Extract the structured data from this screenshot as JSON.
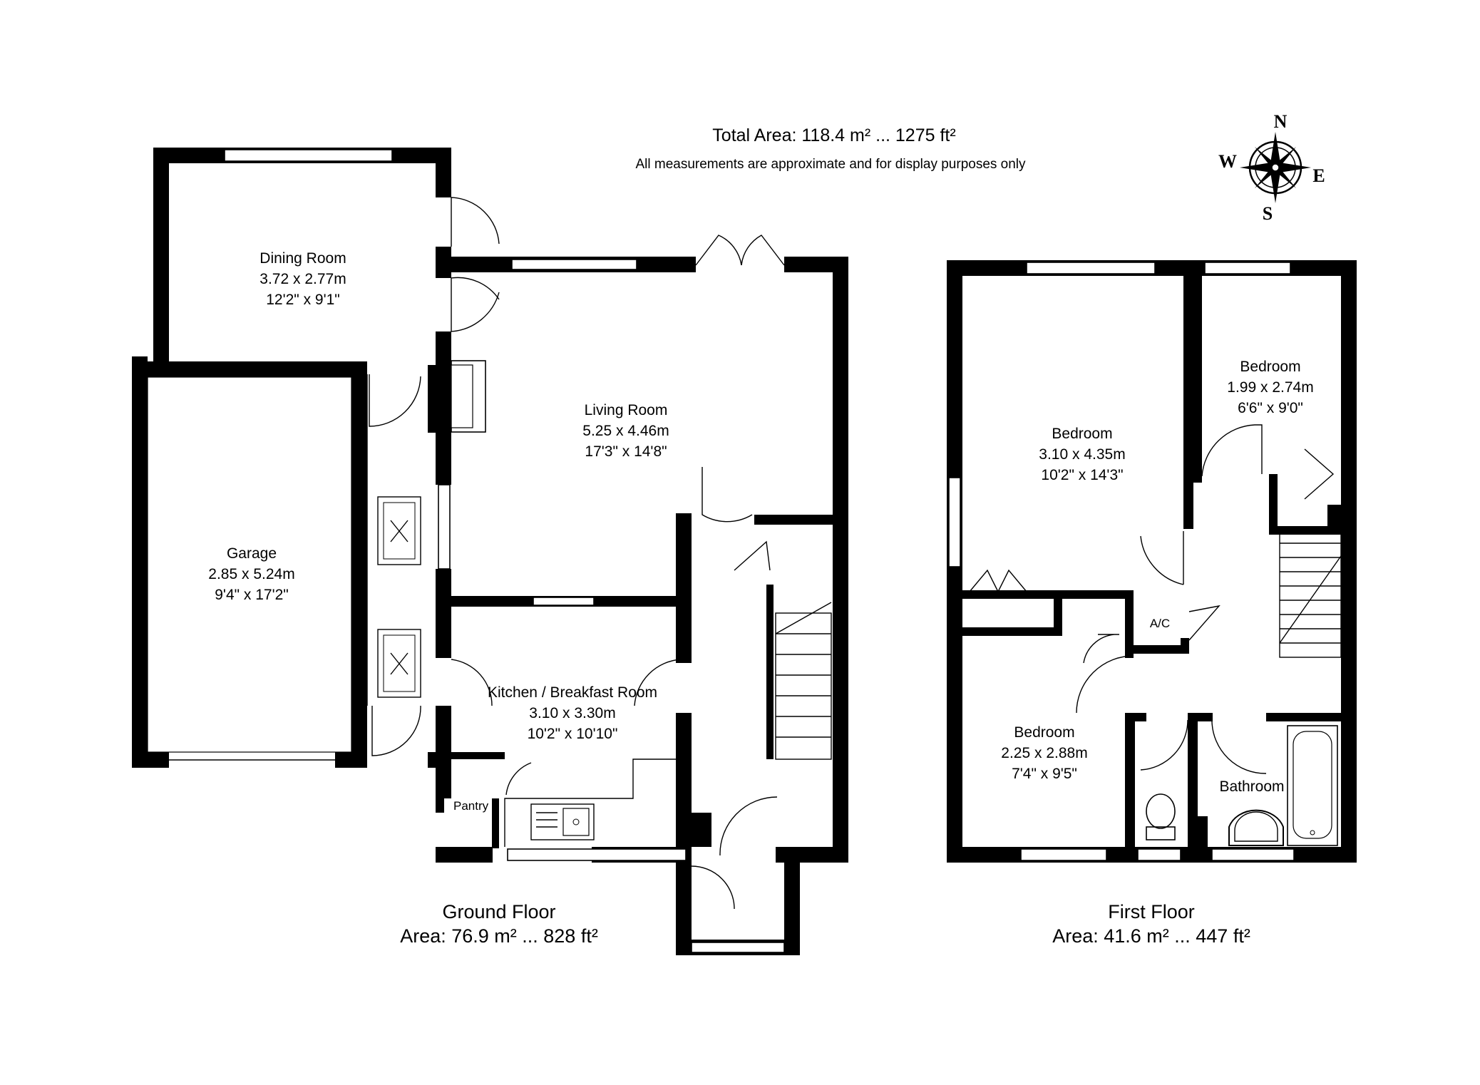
{
  "header": {
    "total_area": "Total Area: 118.4 m² ... 1275 ft²",
    "disclaimer": "All measurements are approximate and for display purposes only"
  },
  "compass": {
    "n": "N",
    "s": "S",
    "e": "E",
    "w": "W"
  },
  "ground_floor": {
    "title": "Ground Floor",
    "area": "Area: 76.9 m² ... 828 ft²",
    "rooms": {
      "dining": {
        "name": "Dining Room",
        "metric": "3.72 x 2.77m",
        "imperial": "12'2\" x 9'1\""
      },
      "living": {
        "name": "Living Room",
        "metric": "5.25 x 4.46m",
        "imperial": "17'3\" x 14'8\""
      },
      "garage": {
        "name": "Garage",
        "metric": "2.85 x 5.24m",
        "imperial": "9'4\" x 17'2\""
      },
      "kitchen": {
        "name": "Kitchen / Breakfast Room",
        "metric": "3.10 x 3.30m",
        "imperial": "10'2\" x 10'10\""
      },
      "pantry": {
        "name": "Pantry"
      }
    }
  },
  "first_floor": {
    "title": "First Floor",
    "area": "Area: 41.6 m² ... 447 ft²",
    "rooms": {
      "bedroom_main": {
        "name": "Bedroom",
        "metric": "3.10 x 4.35m",
        "imperial": "10'2\" x 14'3\""
      },
      "bedroom_small": {
        "name": "Bedroom",
        "metric": "1.99 x 2.74m",
        "imperial": "6'6\" x 9'0\""
      },
      "bedroom_front": {
        "name": "Bedroom",
        "metric": "2.25 x 2.88m",
        "imperial": "7'4\" x 9'5\""
      },
      "bathroom": {
        "name": "Bathroom"
      },
      "airing_cupboard": {
        "name": "A/C"
      }
    }
  }
}
